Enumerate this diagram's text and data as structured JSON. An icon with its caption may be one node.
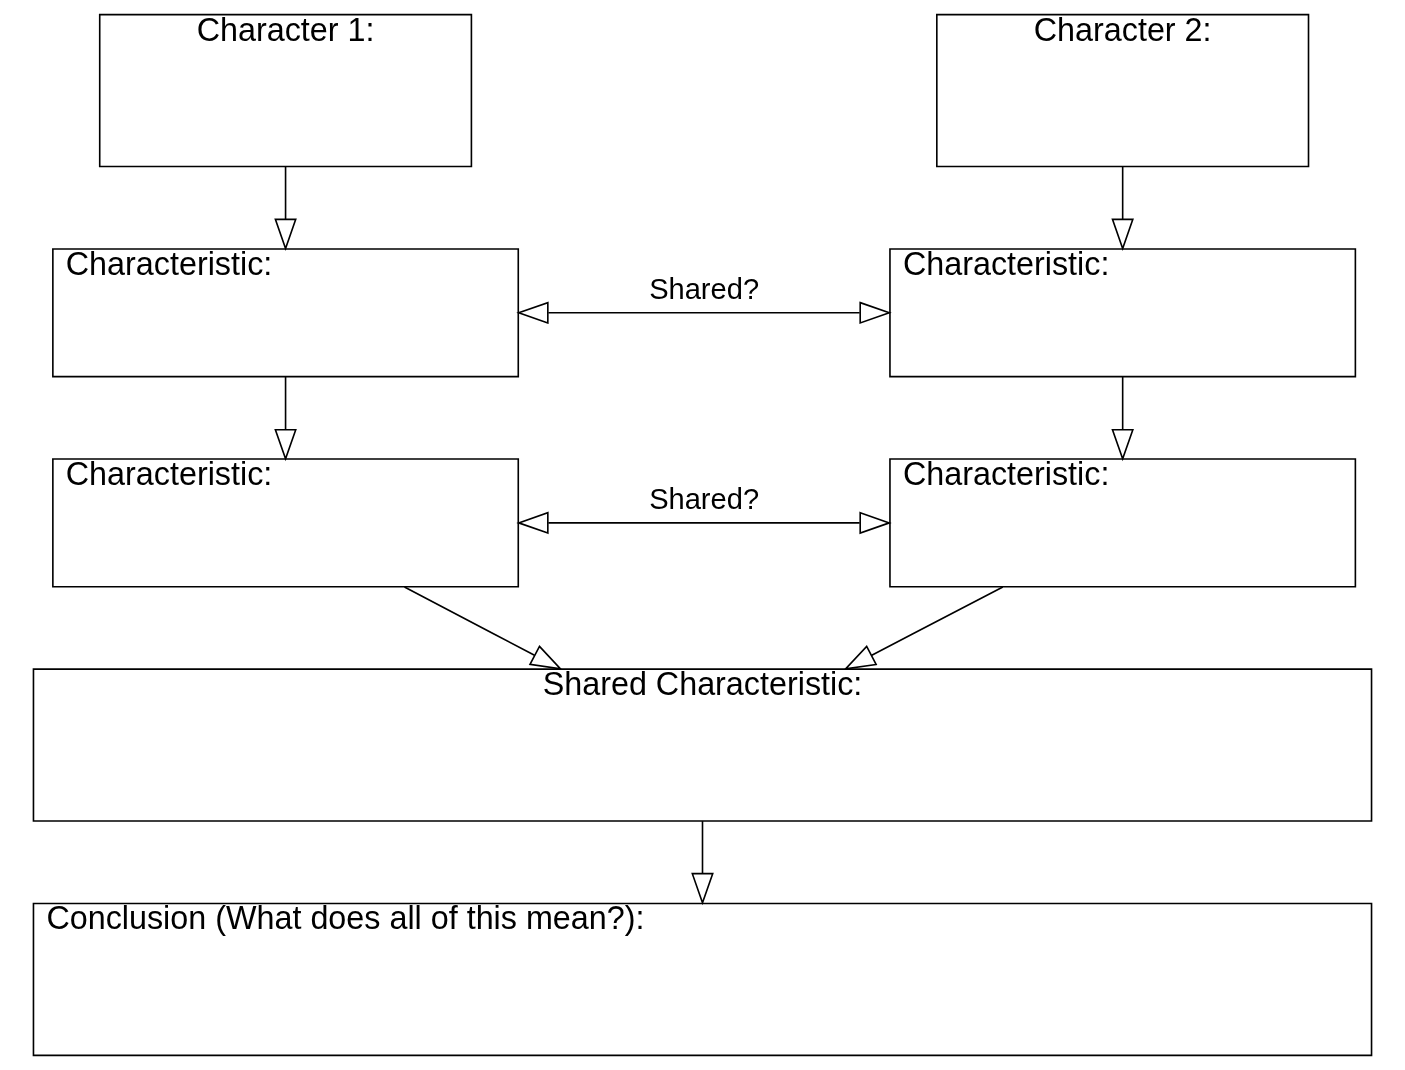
{
  "diagram": {
    "nodes": [
      {
        "text": [
          "Character 1:"
        ]
      },
      {
        "text": [
          "Character 2:"
        ]
      },
      {
        "text": [
          "Characteristic:"
        ]
      },
      {
        "text": [
          "Characteristic:"
        ]
      },
      {
        "text": [
          "Characteristic:"
        ]
      },
      {
        "text": [
          "Characteristic:"
        ]
      },
      {
        "text": [
          "Shared Characteristic:"
        ]
      },
      {
        "text": [
          "Conclusion (What does all of this mean?):"
        ]
      }
    ],
    "edges": [
      {
        "from": 0,
        "to": 2,
        "arrow": "to"
      },
      {
        "from": 1,
        "to": 3,
        "arrow": "to"
      },
      {
        "from": 2,
        "to": 3,
        "arrow": "both",
        "label": "Shared?"
      },
      {
        "from": 2,
        "to": 4,
        "arrow": "to"
      },
      {
        "from": 3,
        "to": 5,
        "arrow": "to"
      },
      {
        "from": 4,
        "to": 5,
        "arrow": "both",
        "label": "Shared?"
      },
      {
        "from": 4,
        "to": 6,
        "arrow": "to"
      },
      {
        "from": 5,
        "to": 6,
        "arrow": "to"
      },
      {
        "from": 6,
        "to": 7,
        "arrow": "to"
      }
    ]
  }
}
